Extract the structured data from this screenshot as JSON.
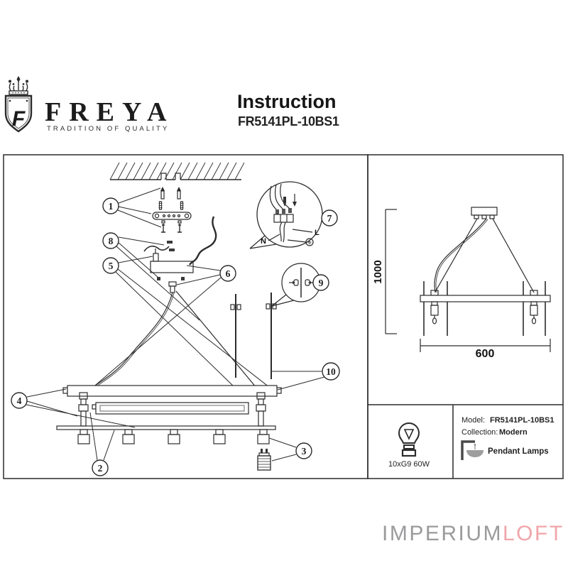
{
  "header": {
    "brand": "FREYA",
    "tagline": "TRADITION OF QUALITY",
    "title": "Instruction",
    "model": "FR5141PL-10BS1"
  },
  "diagram": {
    "callouts": [
      "1",
      "2",
      "3",
      "4",
      "5",
      "6",
      "7",
      "8",
      "9",
      "10"
    ],
    "wiring": {
      "neutral": "N",
      "live": "L"
    },
    "dimensions": {
      "height": "1000",
      "width": "600"
    }
  },
  "spec": {
    "bulb": "10xG9 60W",
    "model_label": "Model:",
    "model_value": "FR5141PL-10BS1",
    "collection_label": "Collection:",
    "collection_value": "Modern",
    "category": "Pendant Lamps"
  },
  "watermark": {
    "part1": "IMPERIUM",
    "part2": "LOFT"
  },
  "colors": {
    "ink": "#2b2b2b",
    "watermark_gray": "#9b9b9d",
    "watermark_pink": "#f0a6aa"
  }
}
